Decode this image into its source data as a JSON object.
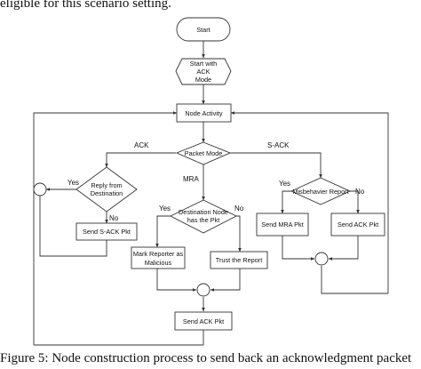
{
  "top_text": "eligible for this scenario setting.",
  "caption": "Figure 5: Node construction process to send back an acknowledgment packet",
  "nodes": {
    "start": "Start",
    "start_ack_mode": [
      "Start with",
      "ACK",
      "Mode"
    ],
    "node_activity": "Node Activity",
    "packet_mode": "Packet Mode",
    "reply_from_destination": [
      "Reply from",
      "Destination"
    ],
    "send_s_ack_pkt": "Send S-ACK Pkt",
    "destination_node_has_pkt": [
      "Destination Node",
      "has the Pkt"
    ],
    "mark_reporter_malicious": [
      "Mark Reporter as",
      "Malicious"
    ],
    "trust_the_report": "Trust the Report",
    "misbehavior_report": "Misbehavier Report",
    "send_mra_pkt": "Send MRA Pkt",
    "send_ack_pkt_right": "Send ACK Pkt",
    "send_ack_pkt_bottom": "Send ACK Pkt"
  },
  "edge_labels": {
    "ack": "ACK",
    "s_ack": "S-ACK",
    "mra": "MRA",
    "reply_yes": "Yes",
    "reply_no": "No",
    "dest_yes": "Yes",
    "dest_no": "No",
    "misb_yes": "Yes",
    "misb_no": "No"
  }
}
